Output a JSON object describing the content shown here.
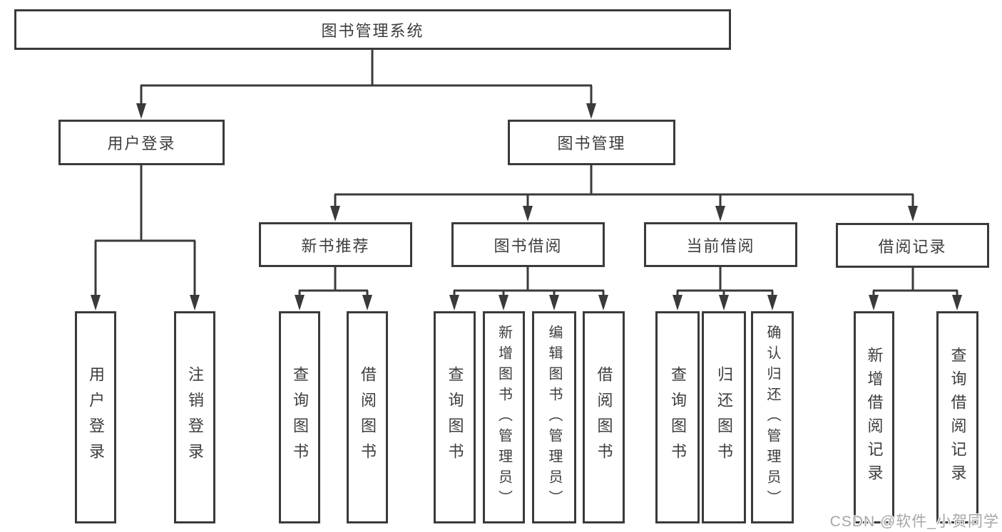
{
  "nodes": {
    "root": {
      "label": "图书管理系统"
    },
    "user_login": {
      "label": "用户登录",
      "children": [
        {
          "label": "用户登录"
        },
        {
          "label": "注销登录"
        }
      ]
    },
    "book_mgmt": {
      "label": "图书管理",
      "children": [
        {
          "label": "新书推荐",
          "children": [
            {
              "label": "查询图书"
            },
            {
              "label": "借阅图书"
            }
          ]
        },
        {
          "label": "图书借阅",
          "children": [
            {
              "label": "查询图书"
            },
            {
              "label": "新增图书（管理员）"
            },
            {
              "label": "编辑图书（管理员）"
            },
            {
              "label": "借阅图书"
            }
          ]
        },
        {
          "label": "当前借阅",
          "children": [
            {
              "label": "查询图书"
            },
            {
              "label": "归还图书"
            },
            {
              "label": "确认归还（管理员）"
            }
          ]
        },
        {
          "label": "借阅记录",
          "children": [
            {
              "label": "新增借阅记录"
            },
            {
              "label": "查询借阅记录"
            }
          ]
        }
      ]
    }
  },
  "watermark": {
    "text": "CSDN @软件_小贺同学"
  },
  "colors": {
    "line": "#3a3a3a",
    "text": "#3d3d3d",
    "background": "#ffffff",
    "watermark": "#a6a6a6"
  }
}
